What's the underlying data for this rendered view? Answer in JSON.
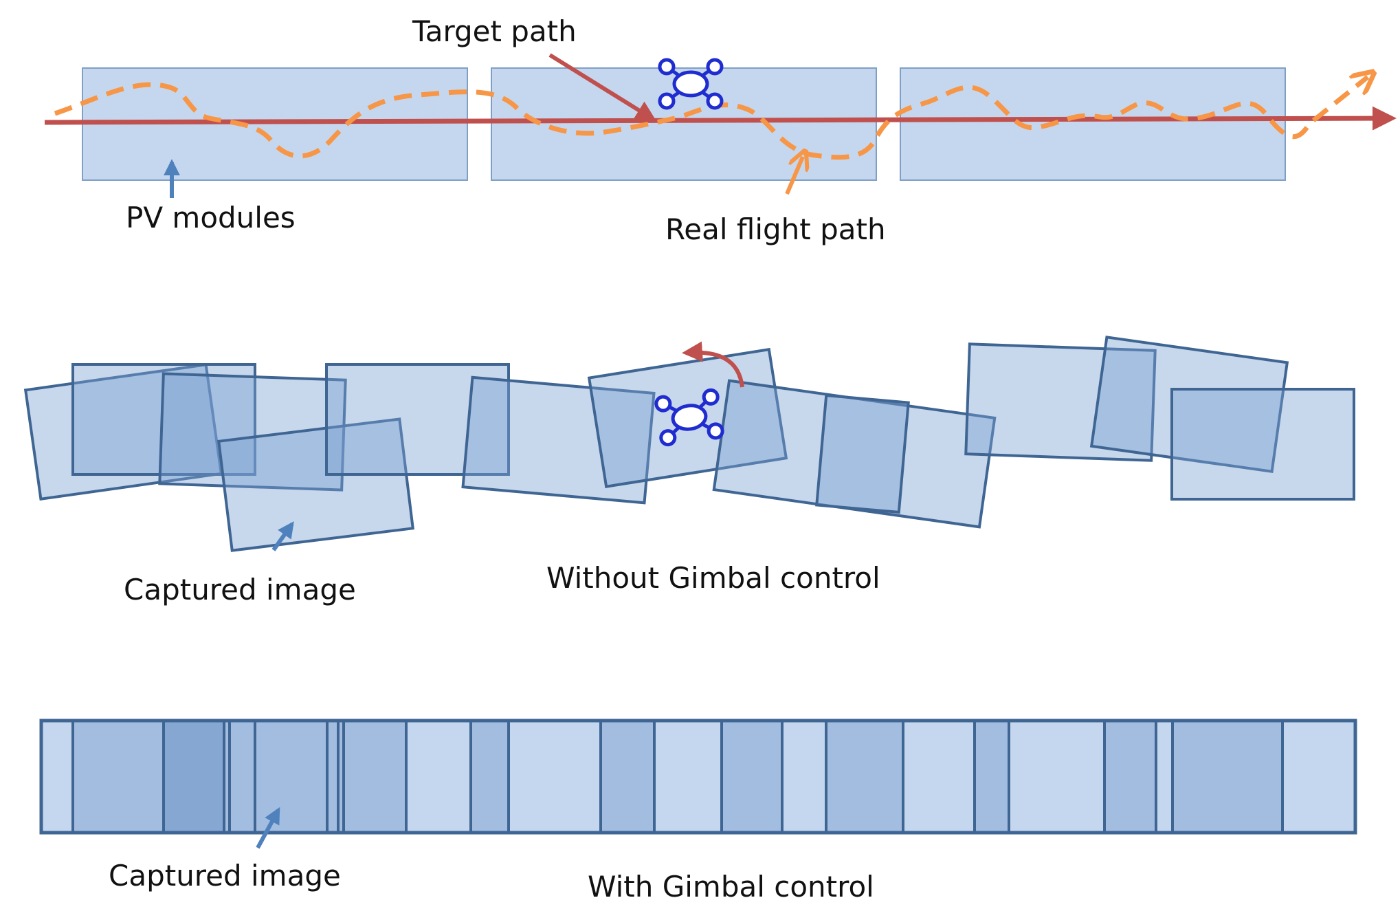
{
  "labels": {
    "target_path": "Target path",
    "pv_modules": "PV modules",
    "real_flight_path": "Real flight path",
    "captured_image_1": "Captured image",
    "without_gimbal": "Without Gimbal control",
    "captured_image_2": "Captured image",
    "with_gimbal": "With Gimbal control"
  },
  "icons": {
    "drone": "drone-icon"
  },
  "colors": {
    "panel_fill": "#c5d7ee",
    "panel_stroke": "#3f6593",
    "target_path": "#c0504d",
    "real_flight_path": "#f79646",
    "pointer_arrow": "#4f81bd",
    "drone": "#1f2ccf"
  }
}
